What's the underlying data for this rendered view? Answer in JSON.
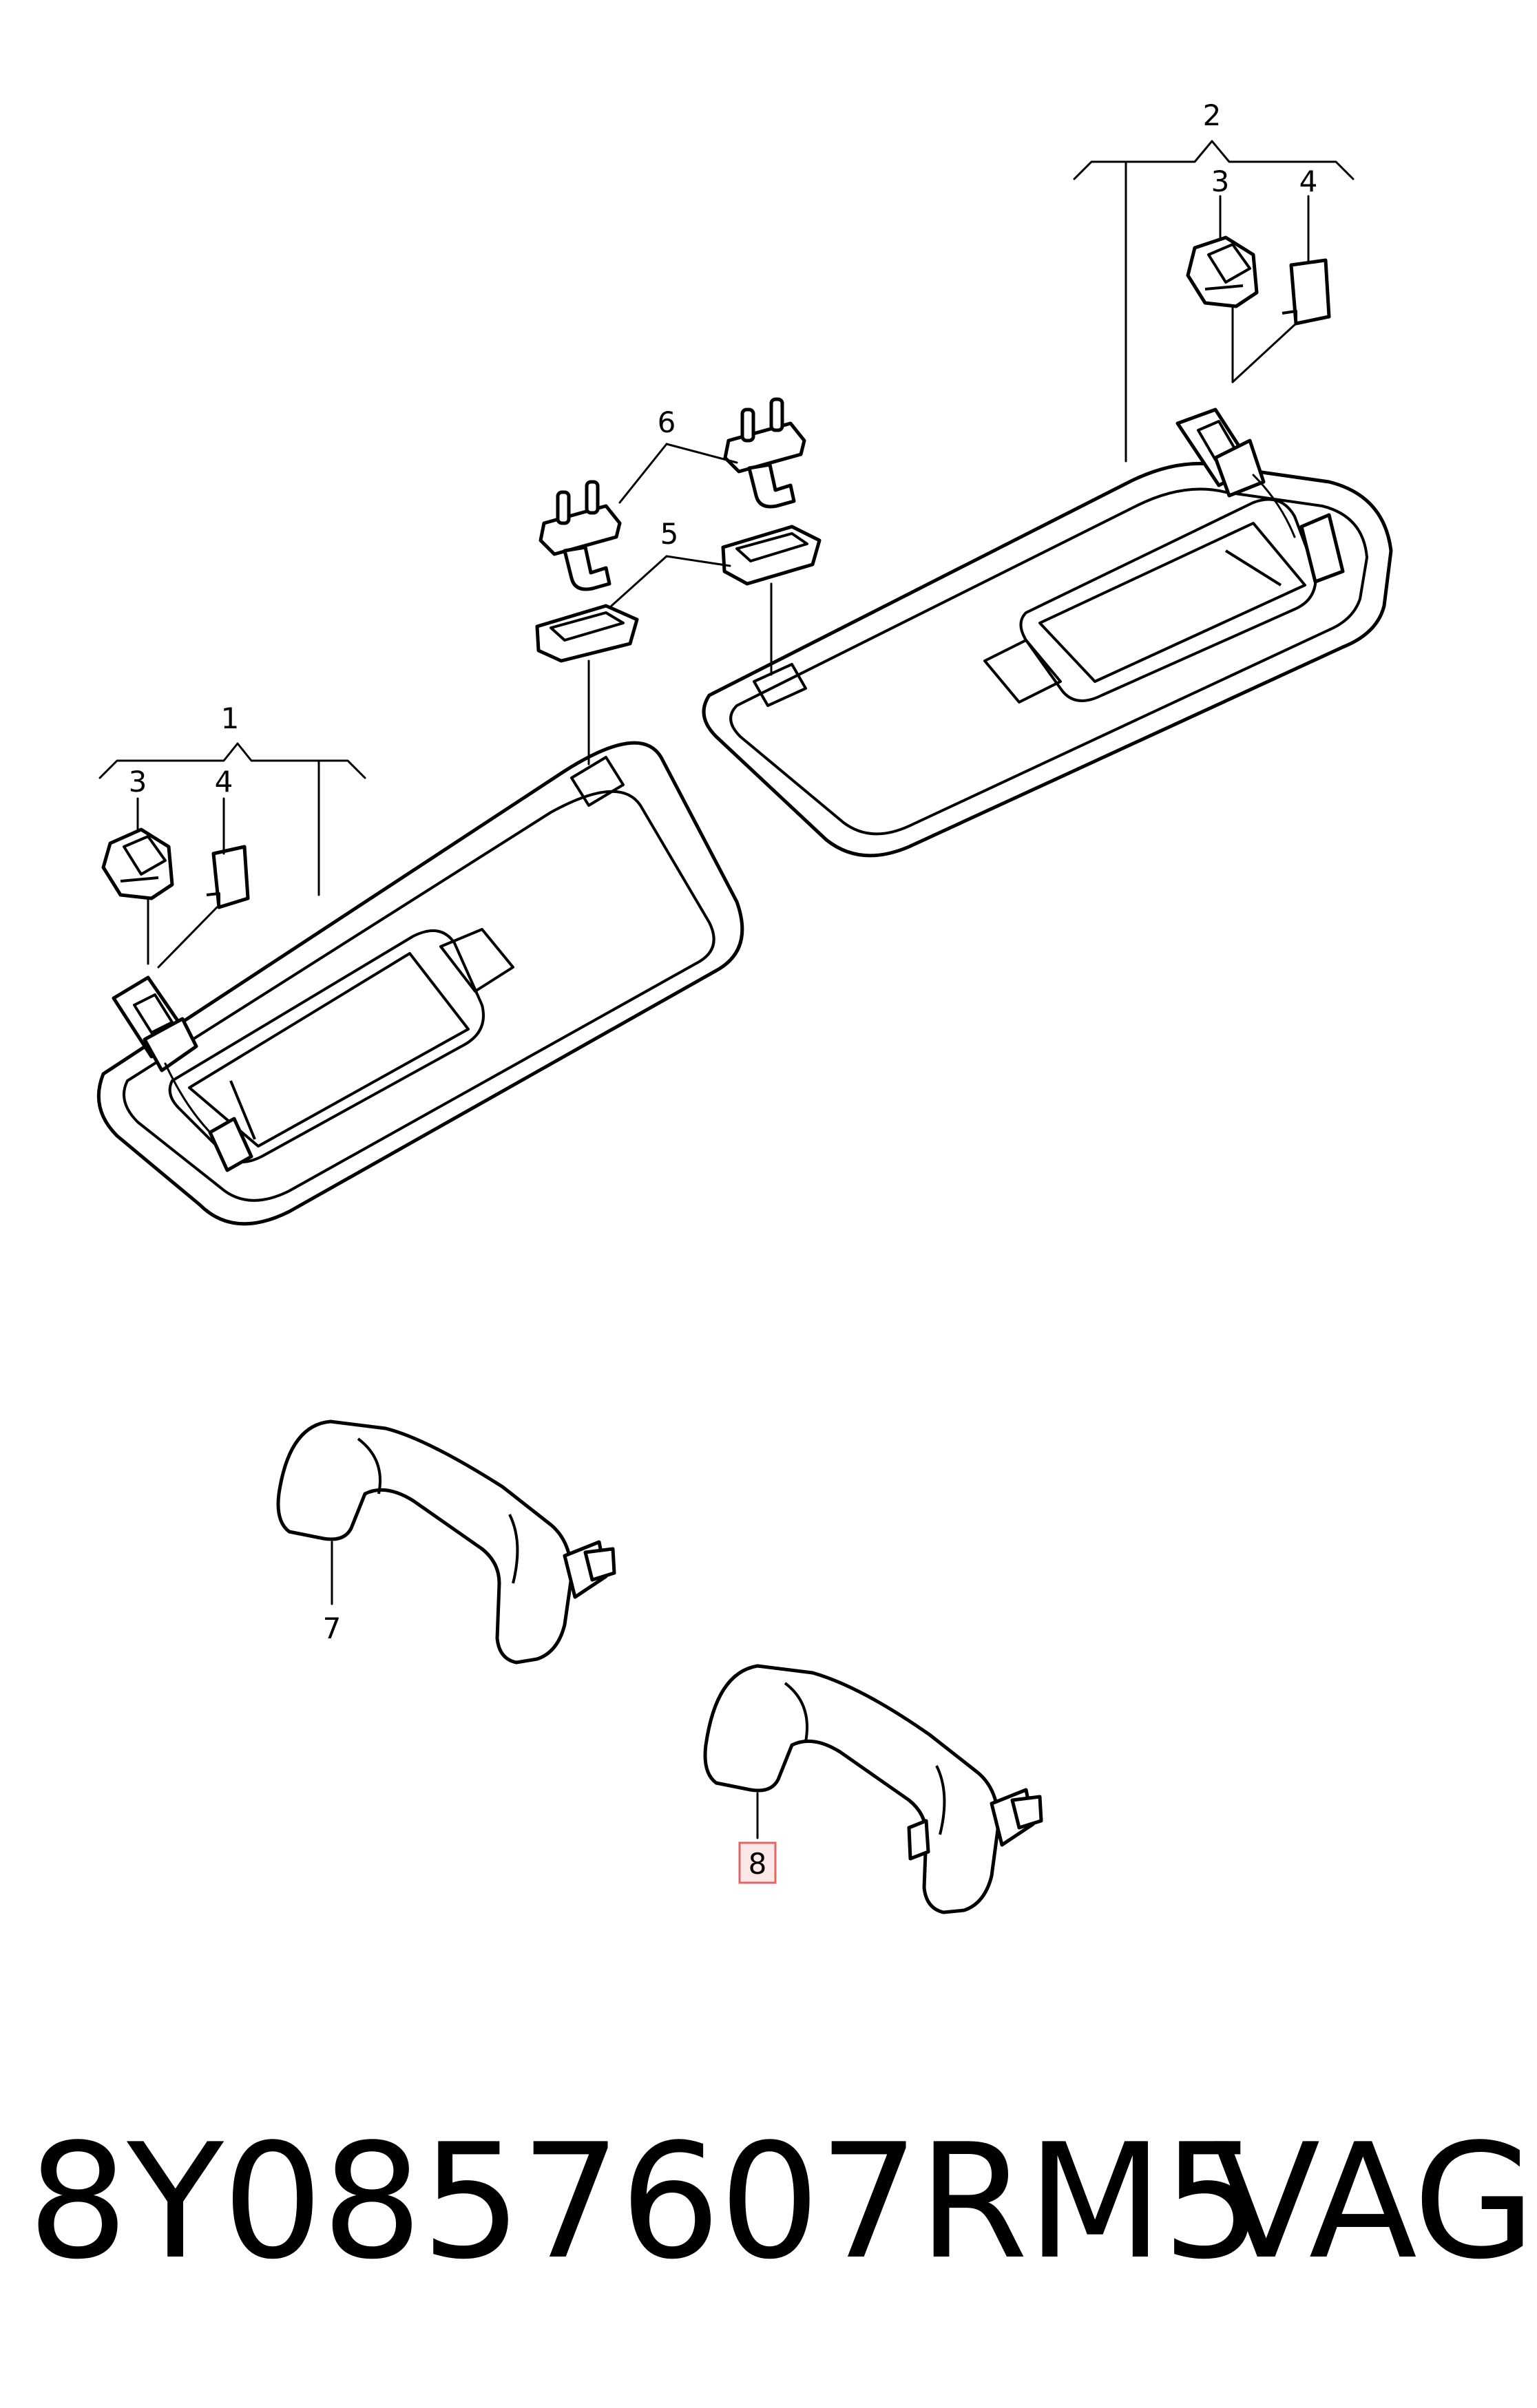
{
  "callouts": {
    "c1": "1",
    "c2": "2",
    "c3_left": "3",
    "c4_left": "4",
    "c3_right": "3",
    "c4_right": "4",
    "c5": "5",
    "c6": "6",
    "c7": "7",
    "c8": "8"
  },
  "highlight": {
    "callout": "8",
    "fill": "#fde8e8",
    "stroke": "#e06666"
  },
  "footer": {
    "part_number": "8Y0857607RM5",
    "brand": "VAG"
  }
}
